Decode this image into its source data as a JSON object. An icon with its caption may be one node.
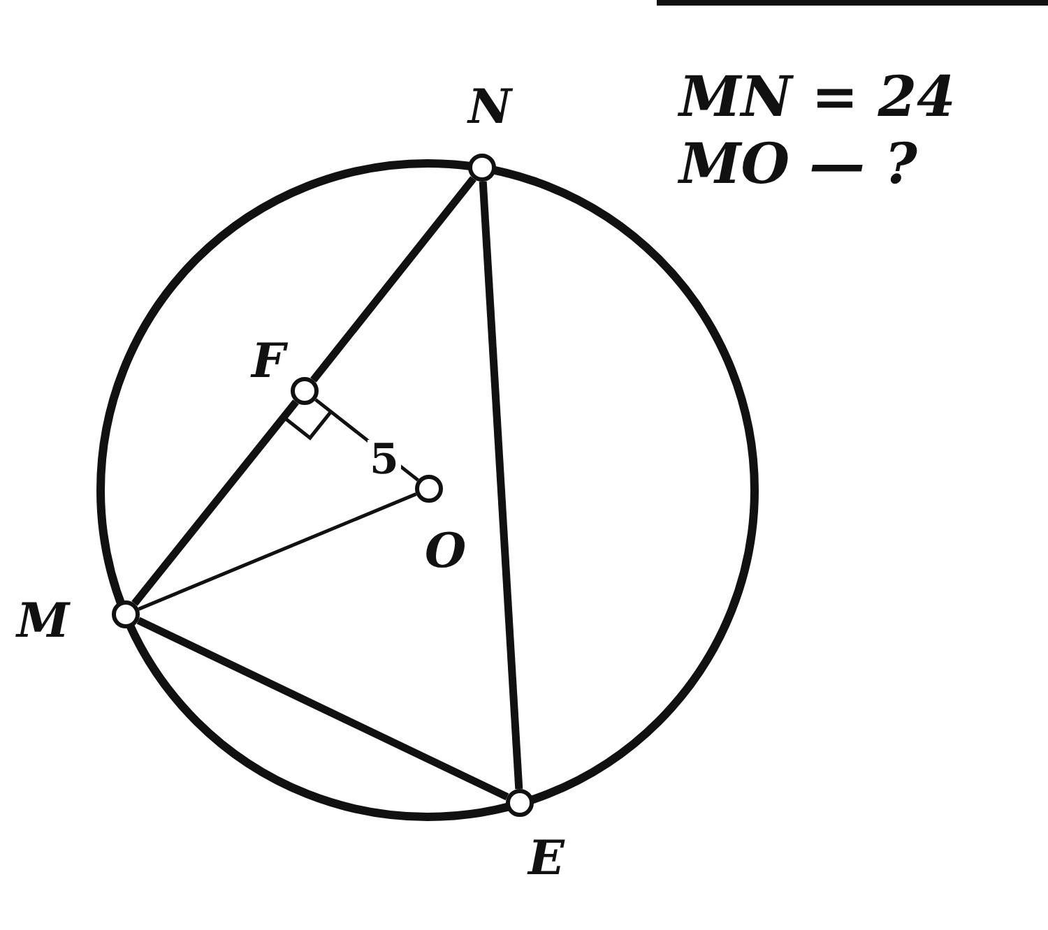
{
  "diagram": {
    "nodes": [
      {
        "text": [],
        "shape": "circle",
        "beside": [
          "N"
        ]
      },
      {
        "text": [],
        "shape": "circle",
        "beside": [
          "F"
        ]
      },
      {
        "text": [],
        "shape": "circle",
        "beside": [
          "O"
        ]
      },
      {
        "text": [],
        "shape": "circle",
        "beside": [
          "M"
        ]
      },
      {
        "text": [],
        "shape": "circle",
        "beside": [
          "E"
        ]
      }
    ],
    "edges": [
      {
        "from": 3,
        "to": 1,
        "arrow": "none"
      },
      {
        "from": 1,
        "to": 0,
        "arrow": "none"
      },
      {
        "from": 0,
        "to": 4,
        "arrow": "none"
      },
      {
        "from": 3,
        "to": 4,
        "arrow": "none"
      },
      {
        "from": 1,
        "to": 2,
        "arrow": "none",
        "label": "5"
      },
      {
        "from": 3,
        "to": 2,
        "arrow": "none"
      }
    ],
    "labels": [
      "MN = 24",
      "MO — ?"
    ]
  }
}
